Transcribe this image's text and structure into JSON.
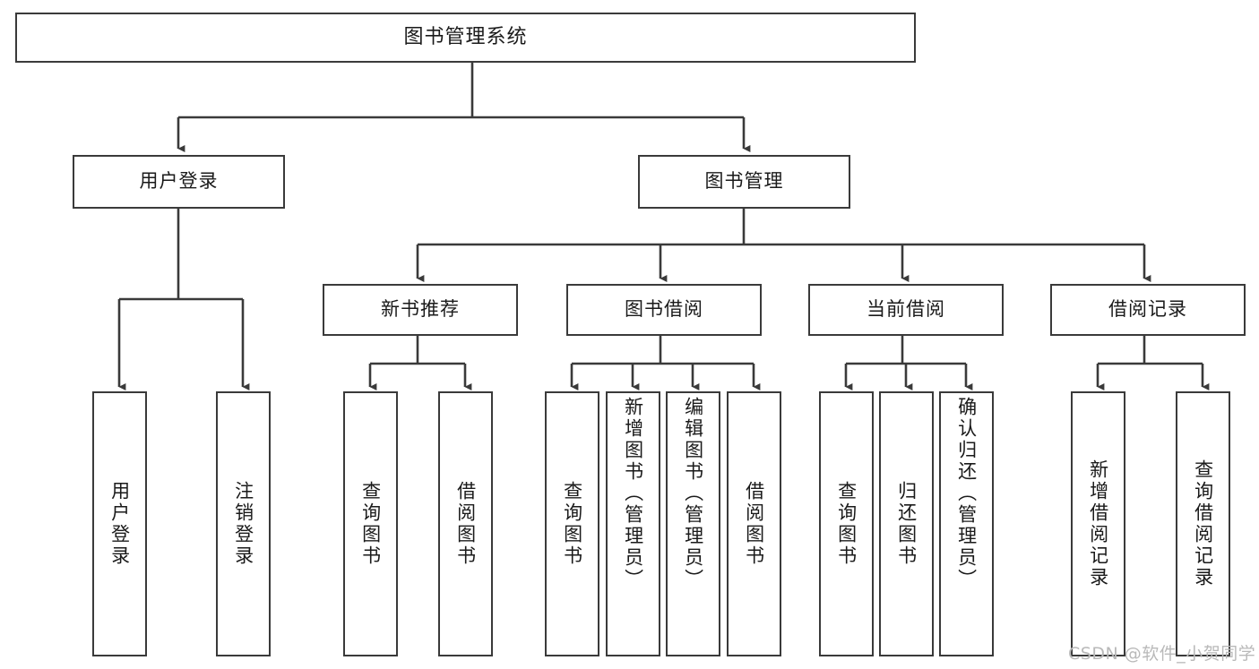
{
  "diagram": {
    "title": "图书管理系统",
    "type": "tree-hierarchy",
    "orientation": "top-down",
    "colors": {
      "box_border": "#3a3a3a",
      "box_fill": "#ffffff",
      "connector": "#3a3a3a",
      "text": "#1a1a1a",
      "watermark": "#b9b9b9",
      "background": "#ffffff"
    }
  },
  "nodes": {
    "root": {
      "label": "图书管理系统"
    },
    "level1": [
      {
        "id": "user-login",
        "label": "用户登录"
      },
      {
        "id": "book-manage",
        "label": "图书管理"
      }
    ],
    "level2": [
      {
        "id": "new-book-rec",
        "label": "新书推荐"
      },
      {
        "id": "book-borrow",
        "label": "图书借阅"
      },
      {
        "id": "current-borrow",
        "label": "当前借阅"
      },
      {
        "id": "borrow-record",
        "label": "借阅记录"
      }
    ],
    "leaves": {
      "user_login": [
        {
          "id": "leaf-user-login",
          "label": "用户登录"
        },
        {
          "id": "leaf-user-logout",
          "label": "注销登录"
        }
      ],
      "new_book_rec": [
        {
          "id": "leaf-query-book-1",
          "label": "查询图书"
        },
        {
          "id": "leaf-borrow-book-1",
          "label": "借阅图书"
        }
      ],
      "book_borrow": [
        {
          "id": "leaf-query-book-2",
          "label": "查询图书"
        },
        {
          "id": "leaf-add-book",
          "label": "新增图书（管理员）"
        },
        {
          "id": "leaf-edit-book",
          "label": "编辑图书（管理员）"
        },
        {
          "id": "leaf-borrow-book-2",
          "label": "借阅图书"
        }
      ],
      "current_borrow": [
        {
          "id": "leaf-query-book-3",
          "label": "查询图书"
        },
        {
          "id": "leaf-return-book",
          "label": "归还图书"
        },
        {
          "id": "leaf-confirm-return",
          "label": "确认归还（管理员）"
        }
      ],
      "borrow_record": [
        {
          "id": "leaf-add-record",
          "label": "新增借阅记录"
        },
        {
          "id": "leaf-query-record",
          "label": "查询借阅记录"
        }
      ]
    }
  },
  "watermark": {
    "text": "CSDN @软件_小贺同学"
  }
}
